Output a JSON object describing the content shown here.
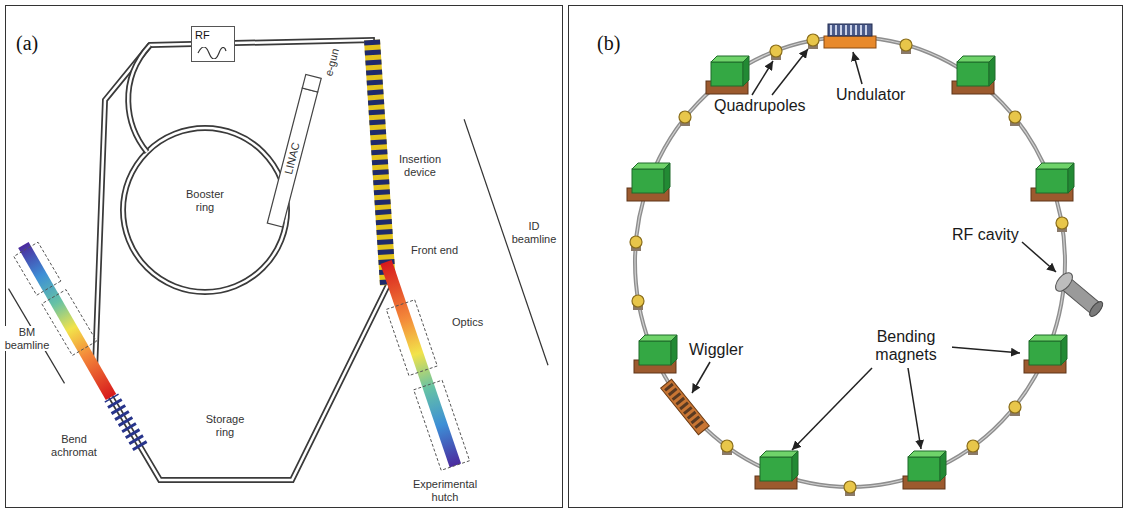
{
  "diagram": {
    "nodes": [
      {
        "text": [
          "(a)"
        ]
      },
      {
        "text": [
          "(b)"
        ]
      },
      {
        "text": [
          "RF"
        ],
        "in": 0
      }
    ],
    "labels": [
      "e-gun",
      "LINAC",
      "Booster ring",
      "Insertion device",
      "Front end",
      "Optics",
      "ID beamline",
      "BM beamline",
      "Bend achromat",
      "Storage ring",
      "Experimental hutch",
      "Quadrupoles",
      "Undulator",
      "RF cavity",
      "Wiggler",
      "Bending magnets"
    ]
  }
}
